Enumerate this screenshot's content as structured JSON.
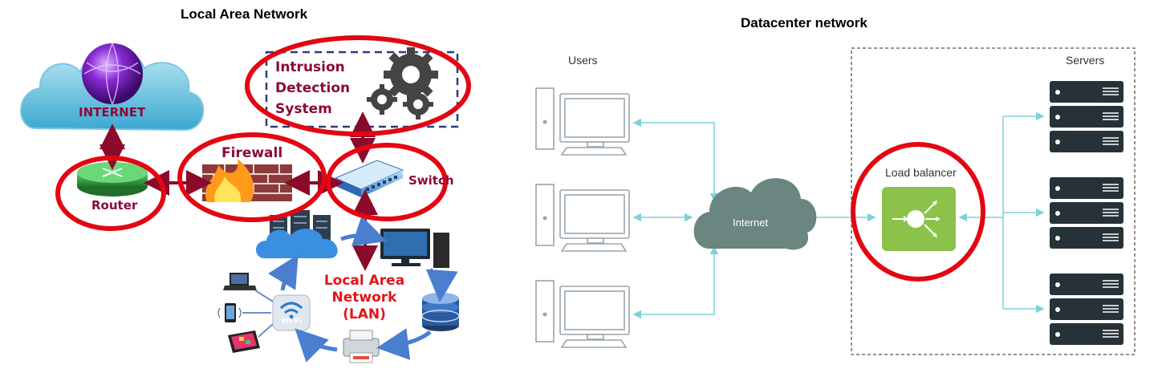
{
  "left": {
    "title": "Local Area Network",
    "internet_label": "INTERNET",
    "ids_label_lines": [
      "Intrusion",
      "Detection",
      "System"
    ],
    "firewall_label": "Firewall",
    "switch_label": "Switch",
    "router_label": "Router",
    "lan_label_lines": [
      "Local Area",
      "Network",
      "(LAN)"
    ],
    "wifi_label": "Wi-Fi"
  },
  "right": {
    "title": "Datacenter network",
    "users_label": "Users",
    "servers_label": "Servers",
    "internet_label": "Internet",
    "load_balancer_label": "Load balancer"
  },
  "colors": {
    "highlight_ring": "#e30613",
    "lan_arrow": "#8b0a2a",
    "dc_arrow": "#7fd0dc",
    "cloud_dc": "#6b8580",
    "load_balancer": "#8bc34a",
    "server": "#263238"
  }
}
